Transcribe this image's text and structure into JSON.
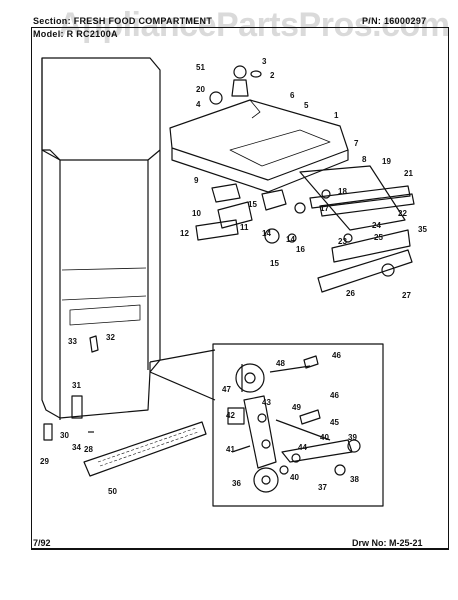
{
  "header": {
    "section_label": "Section: FRESH FOOD COMPARTMENT",
    "model_label": "Model: R",
    "model_value": "RC2100A",
    "part_number": "P/N: 16000297"
  },
  "watermark": "AppliancePartsPros.com",
  "footer": {
    "date": "7/92",
    "drawing_number": "Drw No: M-25-21"
  },
  "callouts": [
    "1",
    "2",
    "3",
    "4",
    "5",
    "6",
    "7",
    "8",
    "9",
    "10",
    "11",
    "12",
    "14",
    "14",
    "15",
    "16",
    "17",
    "18",
    "19",
    "20",
    "21",
    "22",
    "23",
    "24",
    "25",
    "26",
    "27",
    "28",
    "29",
    "30",
    "31",
    "32",
    "33",
    "34",
    "35",
    "36",
    "37",
    "38",
    "39",
    "40",
    "40",
    "41",
    "42",
    "43",
    "44",
    "45",
    "46",
    "46",
    "47",
    "48",
    "49",
    "50",
    "51"
  ]
}
